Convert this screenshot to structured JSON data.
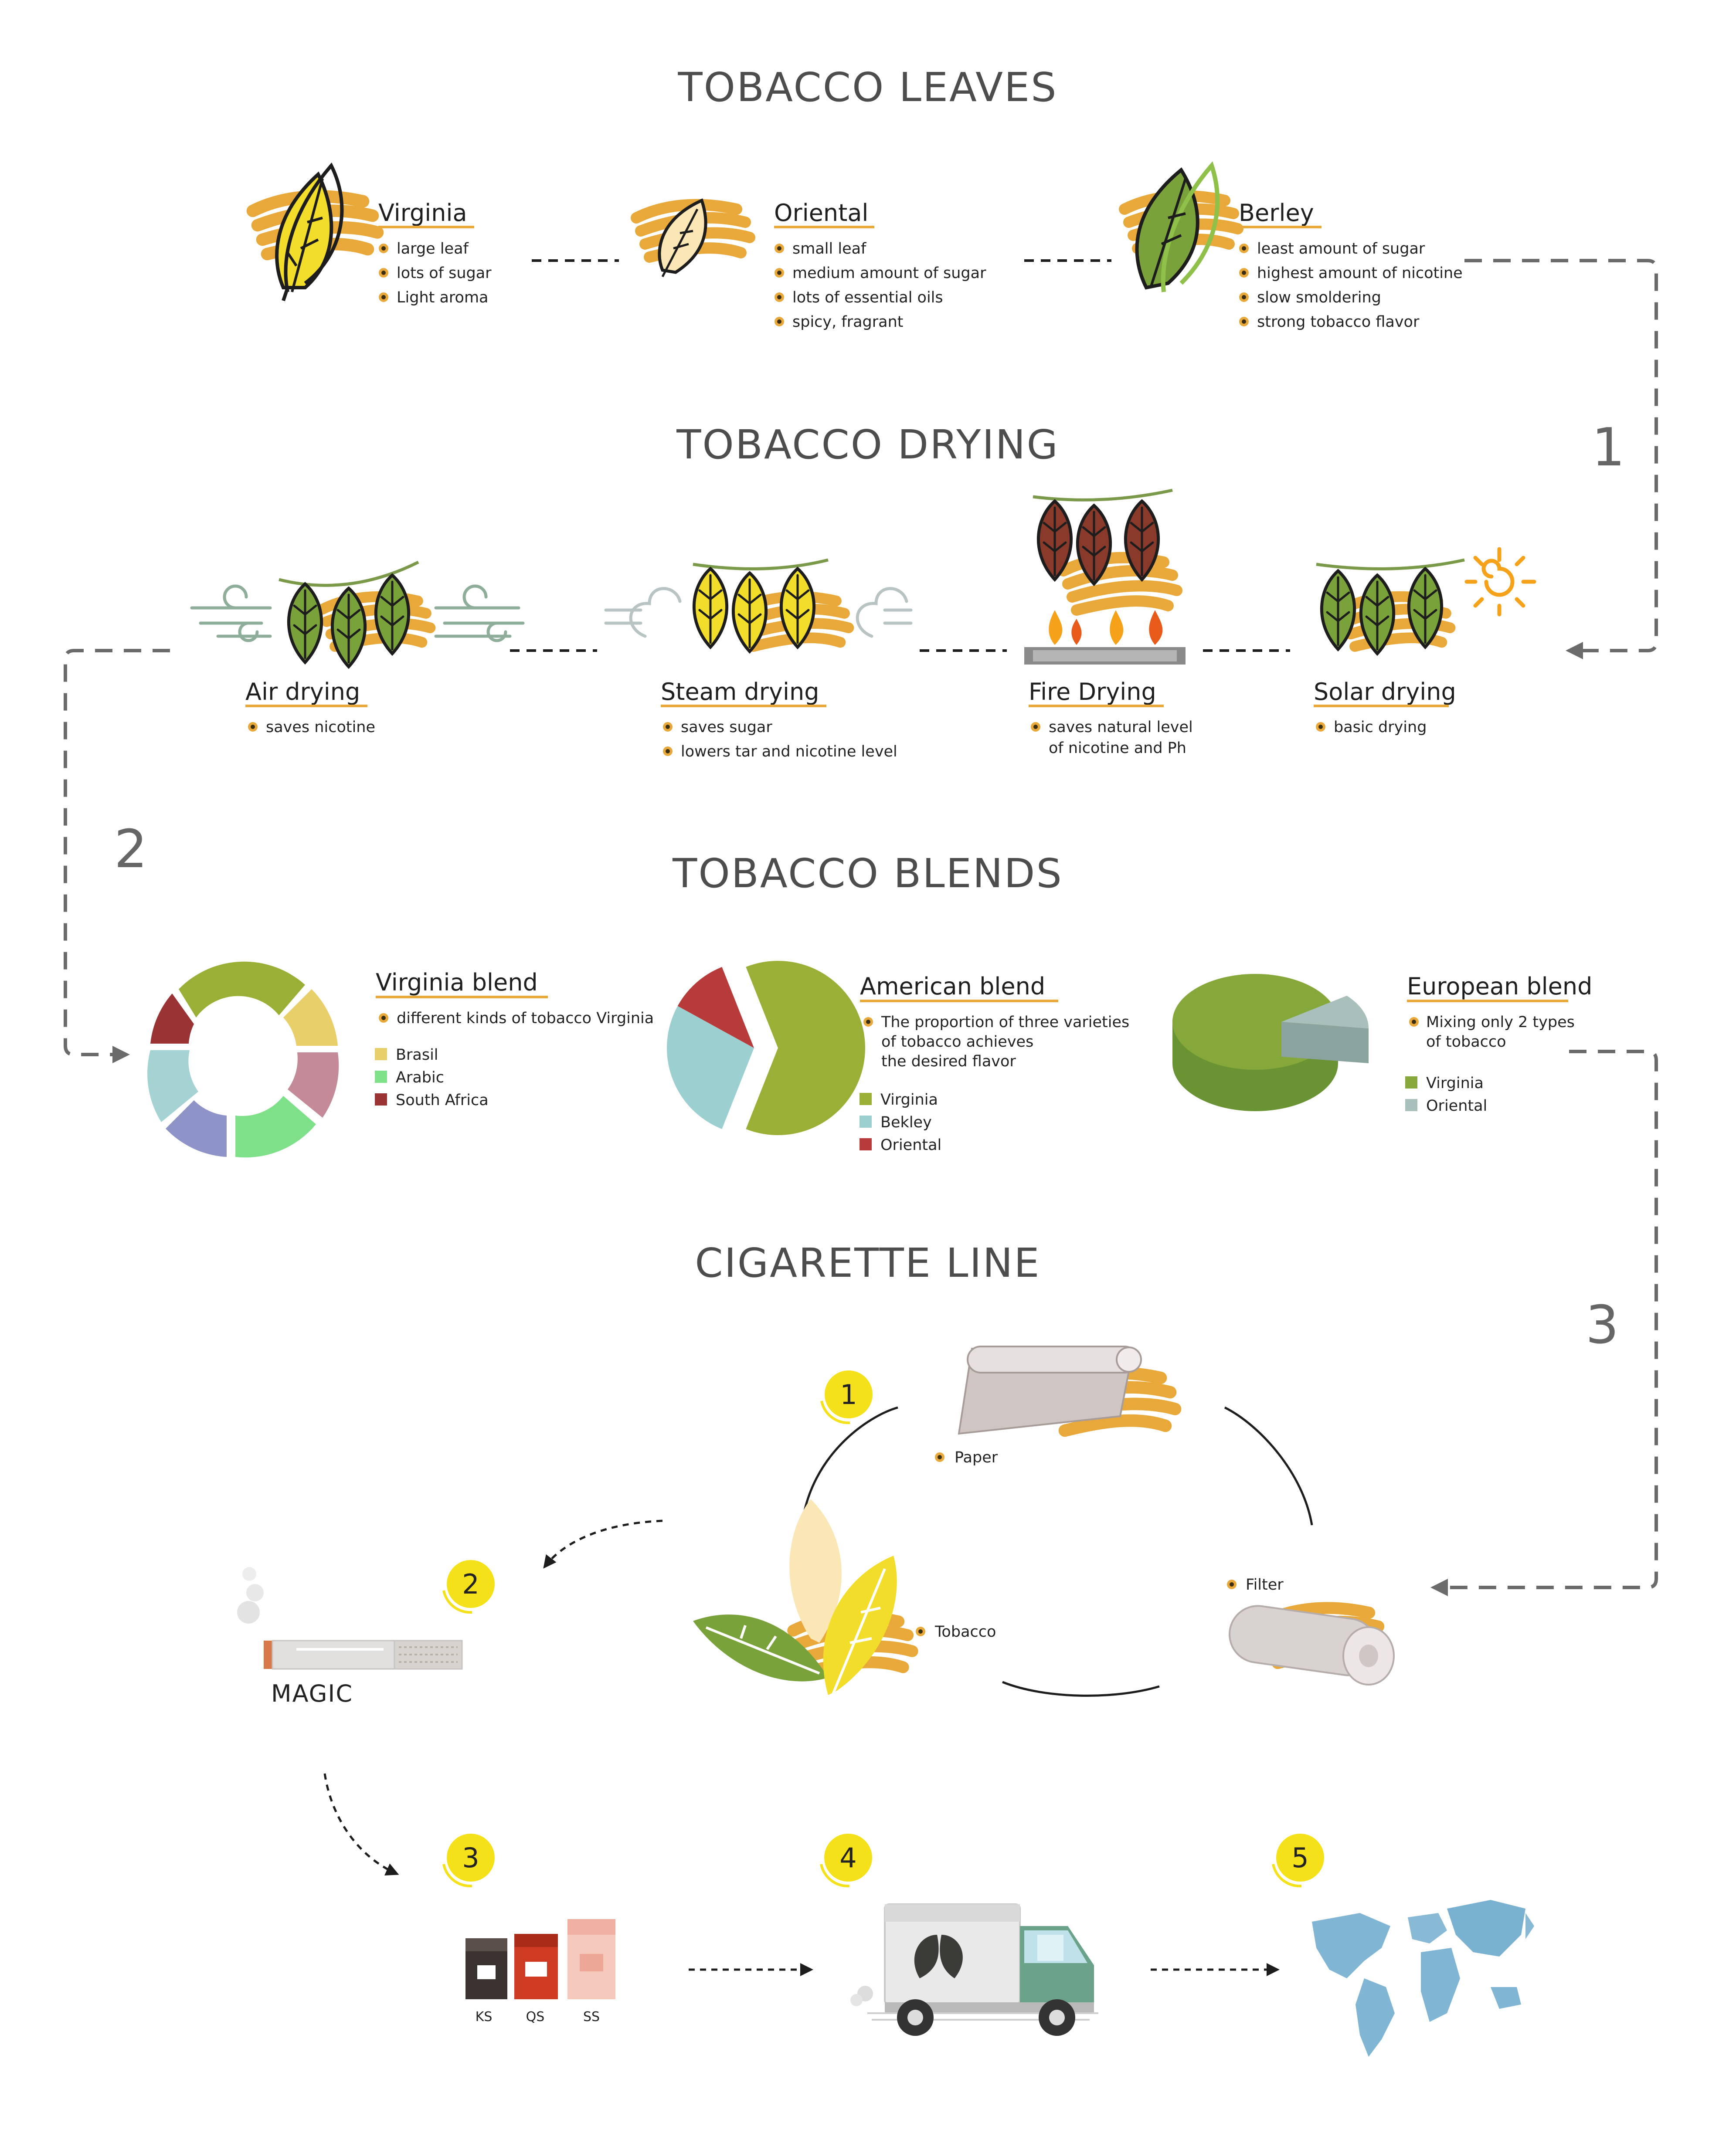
{
  "sections": {
    "leaves": "TOBACCO LEAVES",
    "drying": "TOBACCO DRYING",
    "blends": "TOBACCO BLENDS",
    "line": "CIGARETTE LINE"
  },
  "flow_numbers": [
    "1",
    "2",
    "3"
  ],
  "leaves": [
    {
      "name": "Virginia",
      "items": [
        "large leaf",
        "lots of sugar",
        "Light aroma"
      ]
    },
    {
      "name": "Oriental",
      "items": [
        "small leaf",
        "medium amount of sugar",
        "lots of essential oils",
        "spicy, fragrant"
      ]
    },
    {
      "name": "Berley",
      "items": [
        "least amount of sugar",
        "highest amount of nicotine",
        "slow smoldering",
        "strong tobacco flavor"
      ]
    }
  ],
  "drying": [
    {
      "name": "Air drying",
      "items": [
        "saves nicotine"
      ]
    },
    {
      "name": "Steam drying",
      "items": [
        "saves sugar",
        "lowers tar and nicotine level"
      ]
    },
    {
      "name": "Fire Drying",
      "items": [
        "saves natural level",
        "of nicotine and Ph"
      ]
    },
    {
      "name": "Solar drying",
      "items": [
        "basic drying"
      ]
    }
  ],
  "blends": [
    {
      "name": "Virginia blend",
      "desc": [
        "different kinds of tobacco Virginia"
      ],
      "legend": [
        {
          "label": "Brasil",
          "color": "#e8cf6a"
        },
        {
          "label": "Arabic",
          "color": "#7fe08a"
        },
        {
          "label": "South Africa",
          "color": "#9a3434"
        }
      ]
    },
    {
      "name": "American blend",
      "desc": [
        "The proportion of three varieties",
        "of tobacco achieves",
        "the desired flavor"
      ],
      "legend": [
        {
          "label": "Virginia",
          "color": "#9aaf36"
        },
        {
          "label": "Bekley",
          "color": "#9ccfd0"
        },
        {
          "label": "Oriental",
          "color": "#b83b3b"
        }
      ]
    },
    {
      "name": "European blend",
      "desc": [
        "Mixing only 2 types",
        "of tobacco"
      ],
      "legend": [
        {
          "label": "Virginia",
          "color": "#86a83a"
        },
        {
          "label": "Oriental",
          "color": "#a9bfbb"
        }
      ]
    }
  ],
  "chart_data": [
    {
      "type": "pie",
      "title": "Virginia blend",
      "categories": [
        "Brasil",
        "Arabic",
        "South Africa"
      ],
      "colors": {
        "Brasil": "#e8cf6a",
        "Arabic": "#7fe08a",
        "South Africa": "#9a3434"
      }
    },
    {
      "type": "pie",
      "title": "American blend",
      "categories": [
        "Virginia",
        "Bekley",
        "Oriental"
      ],
      "values": [
        0.62,
        0.27,
        0.11
      ]
    },
    {
      "type": "pie",
      "title": "European blend",
      "categories": [
        "Virginia",
        "Oriental"
      ],
      "values": [
        0.9,
        0.1
      ]
    }
  ],
  "line": {
    "badges": [
      "1",
      "2",
      "3",
      "4",
      "5"
    ],
    "paper": "Paper",
    "tobacco": "Tobacco",
    "filter": "Filter",
    "brand": "MAGIC",
    "packs": [
      "KS",
      "QS",
      "SS"
    ]
  },
  "colors": {
    "accent": "#e9a93a",
    "badge": "#f5e11a",
    "text": "#2b2b2b",
    "leaf_green": "#7aa23a",
    "leaf_yellow": "#f2dd2a",
    "leaf_brown": "#8a3a2a"
  }
}
